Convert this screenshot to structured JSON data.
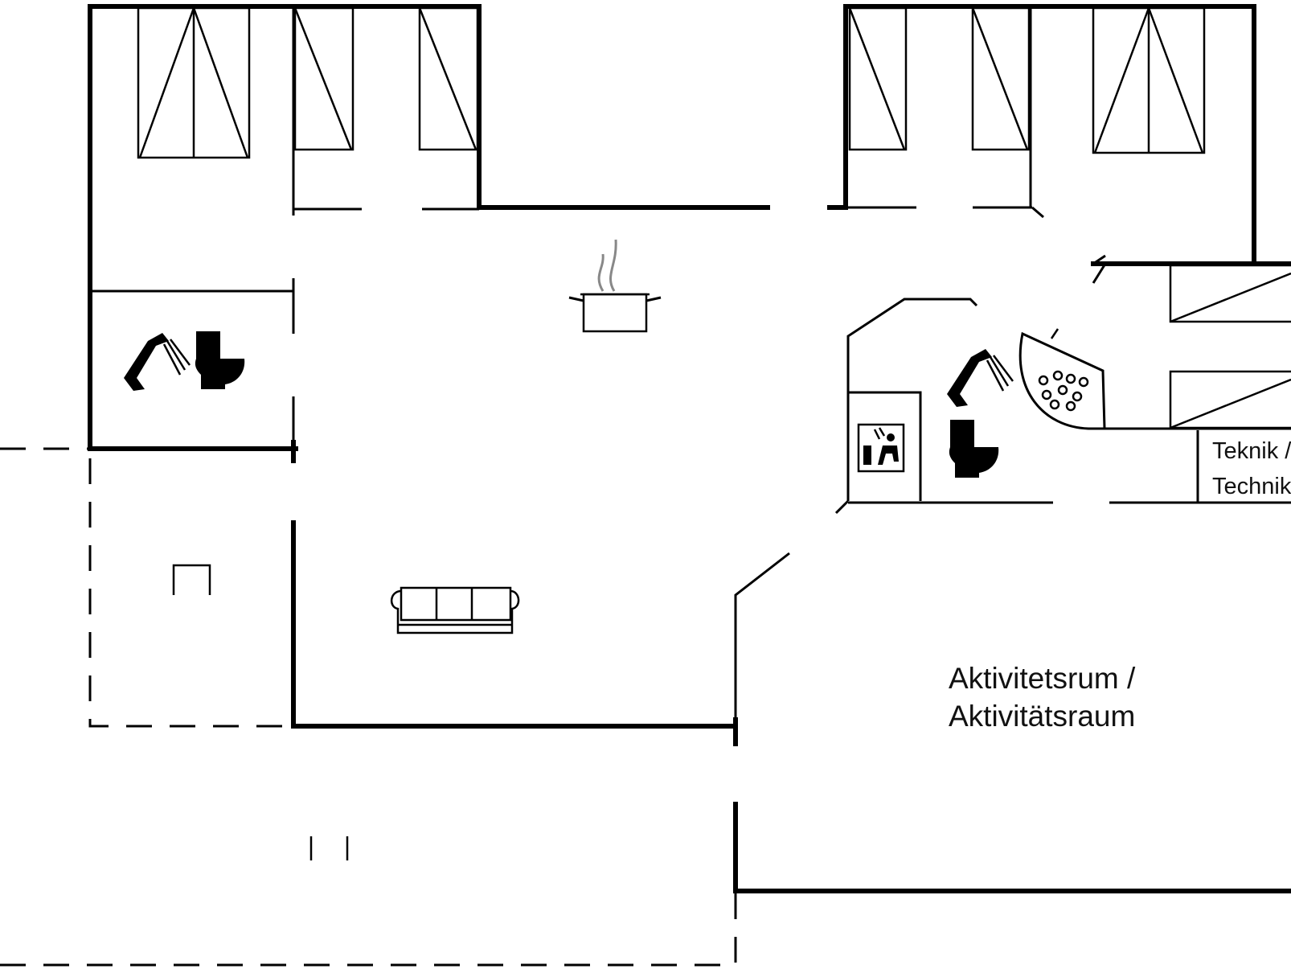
{
  "rooms": {
    "activity_room_line1": "Aktivitetsrum /",
    "activity_room_line2": "Aktivitätsraum",
    "technical_line1": "Teknik /",
    "technical_line2": "Technik"
  },
  "icons": [
    "shower-icon",
    "toilet-icon",
    "cooking-pot-icon",
    "sofa-icon",
    "whirlpool-icon",
    "sauna-icon",
    "bed-icon",
    "stove-icon"
  ]
}
